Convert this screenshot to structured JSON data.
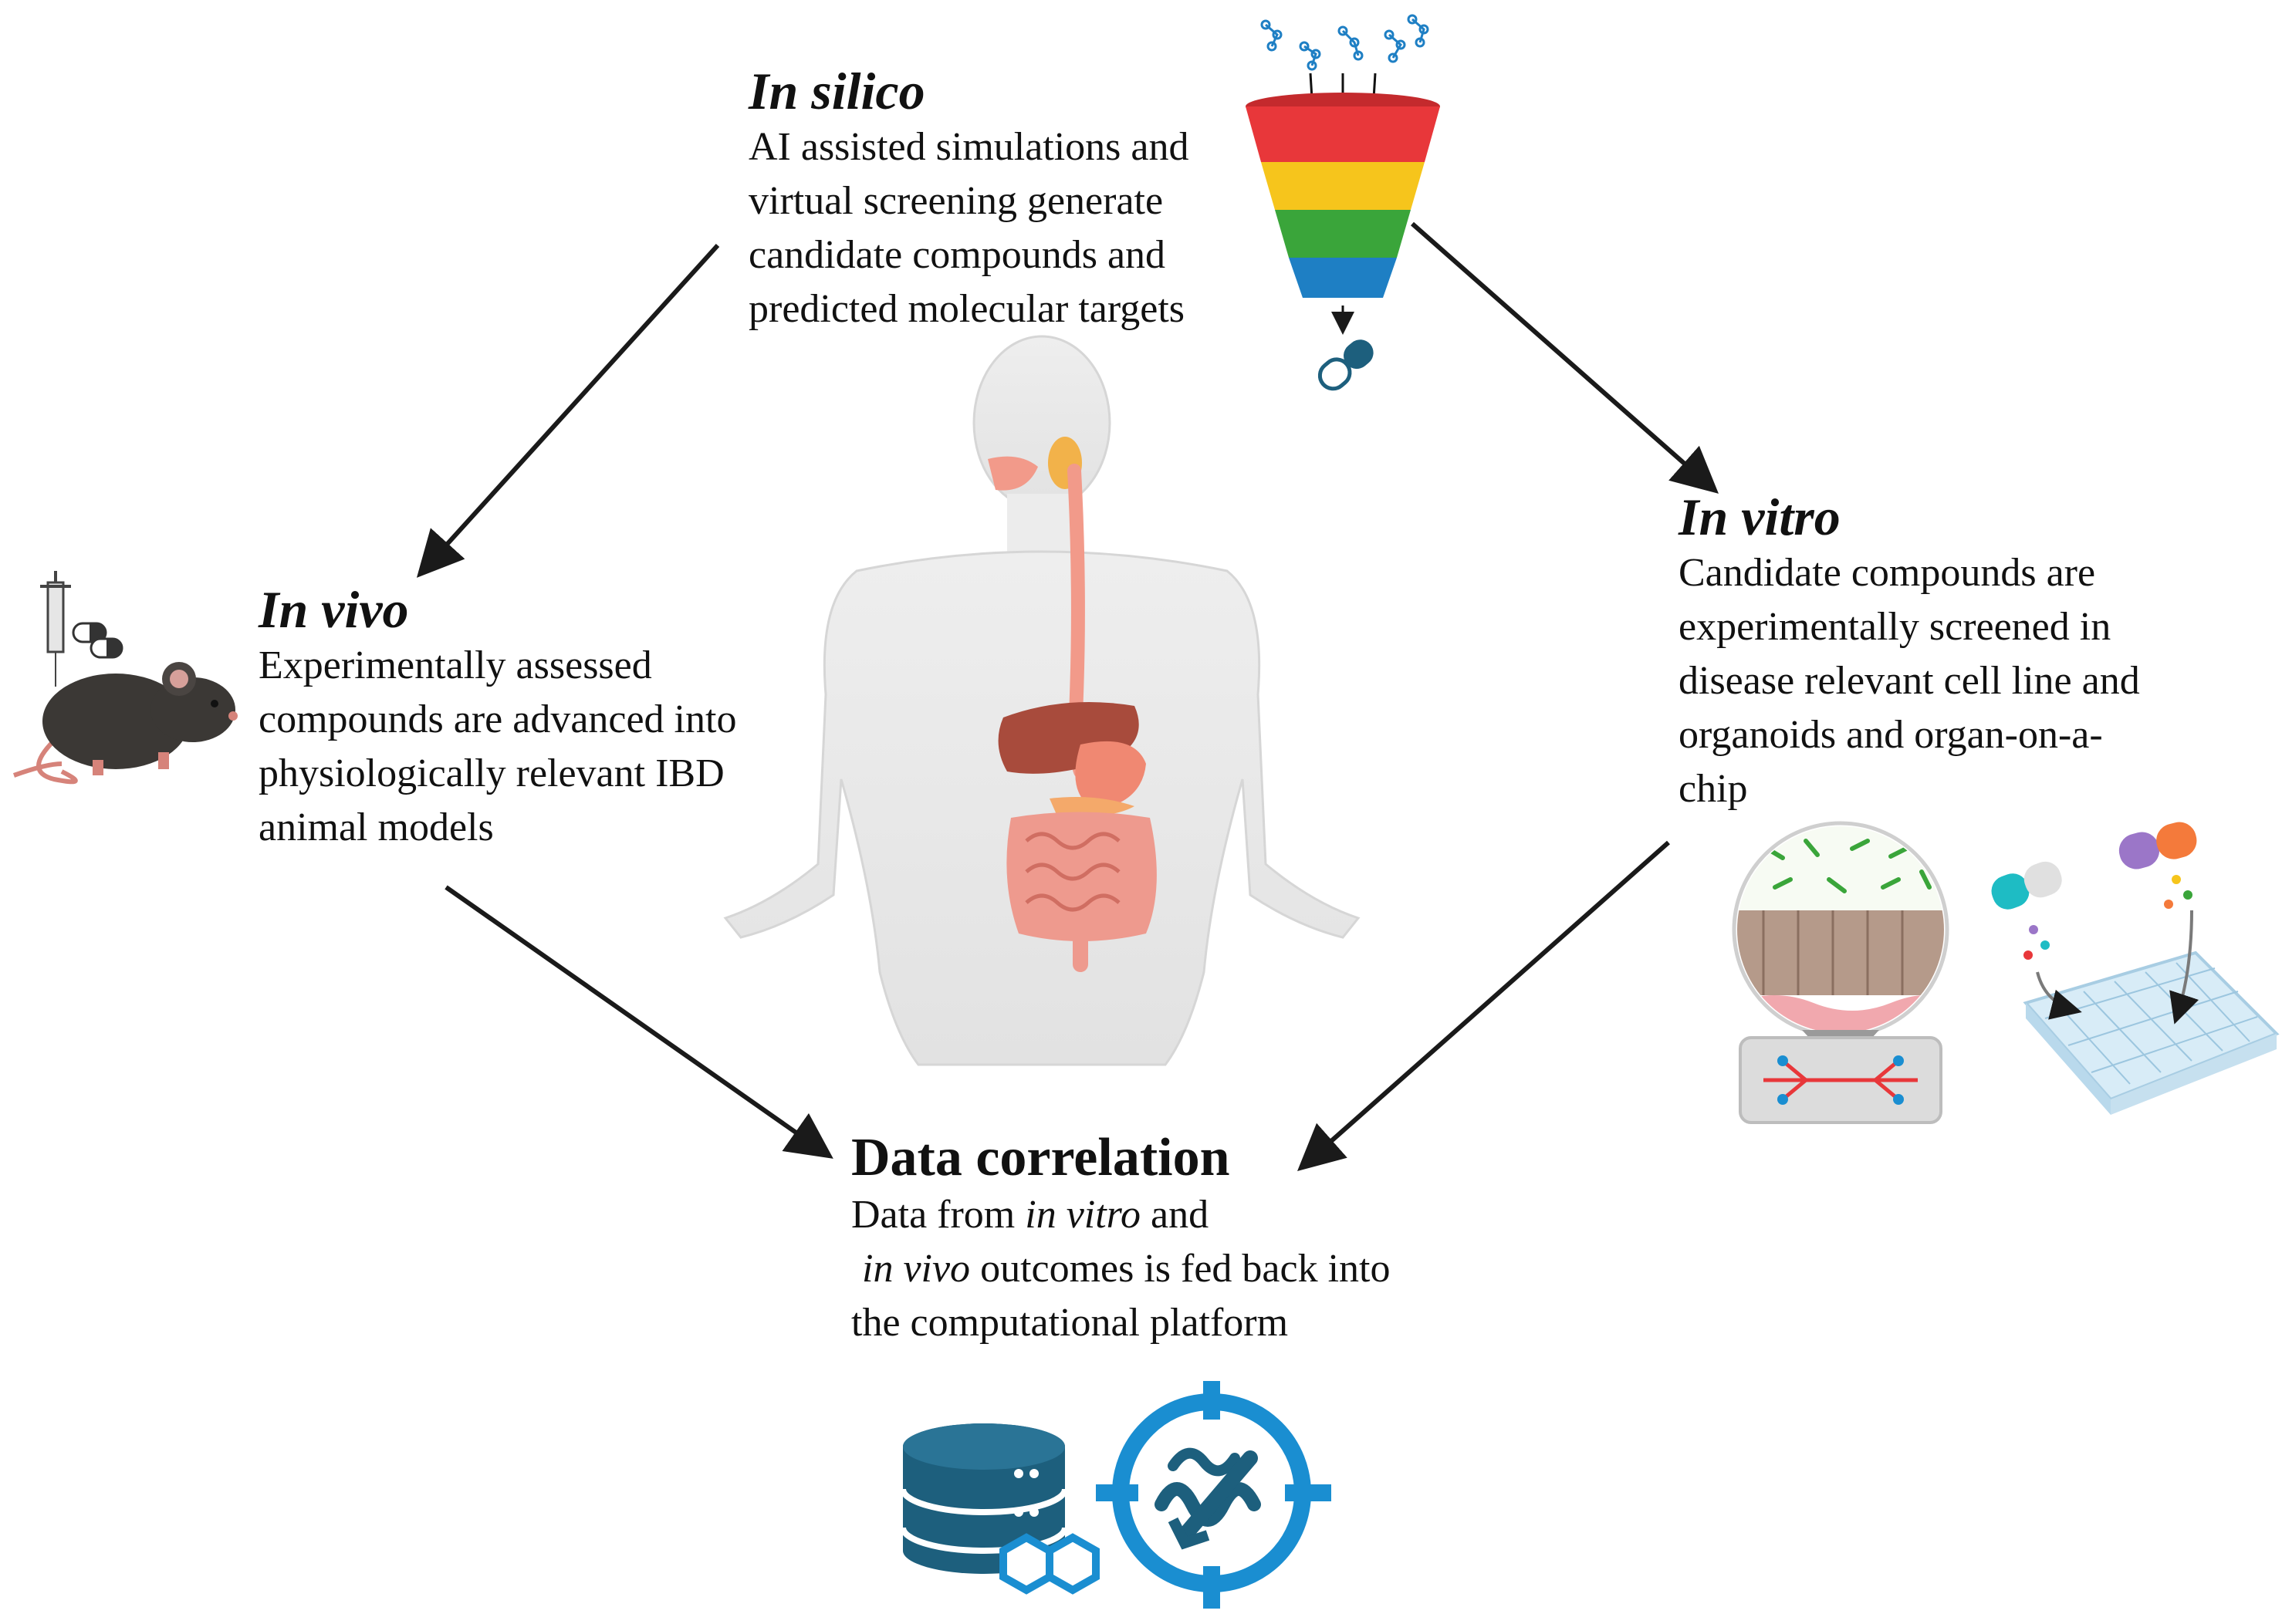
{
  "in_silico": {
    "title": "In silico",
    "lines": [
      "AI assisted simulations and",
      "virtual screening generate",
      "candidate compounds and",
      "predicted molecular targets"
    ]
  },
  "in_vivo": {
    "title": "In vivo",
    "lines": [
      "Experimentally assessed",
      "compounds are advanced into",
      "physiologically relevant IBD",
      "animal models"
    ]
  },
  "in_vitro": {
    "title": "In vitro",
    "lines": [
      "Candidate compounds are",
      "experimentally screened in",
      "disease relevant cell line and",
      "organoids and organ-on-a-",
      "chip"
    ]
  },
  "data_correlation": {
    "title": "Data correlation",
    "line1_pre": "Data from ",
    "line1_em": "in vitro",
    "line1_post": " and",
    "line2_em": "in vivo",
    "line2_post": " outcomes is fed back into",
    "line3": "the computational platform"
  },
  "icons": [
    "molecules-icon",
    "funnel-icon",
    "capsule-icon",
    "human-body-gi-tract-icon",
    "syringe-icon",
    "pills-icon",
    "mouse-icon",
    "organ-on-chip-icon",
    "pill-capsules-icon",
    "well-plate-icon",
    "database-icon",
    "target-protein-icon"
  ],
  "colors": {
    "arrow": "#1a1a1a",
    "funnel": [
      "#e8373a",
      "#f6c51c",
      "#3aa53a",
      "#1e7fc4"
    ],
    "database": "#1d5f7d",
    "target": "#1a8ed1"
  }
}
